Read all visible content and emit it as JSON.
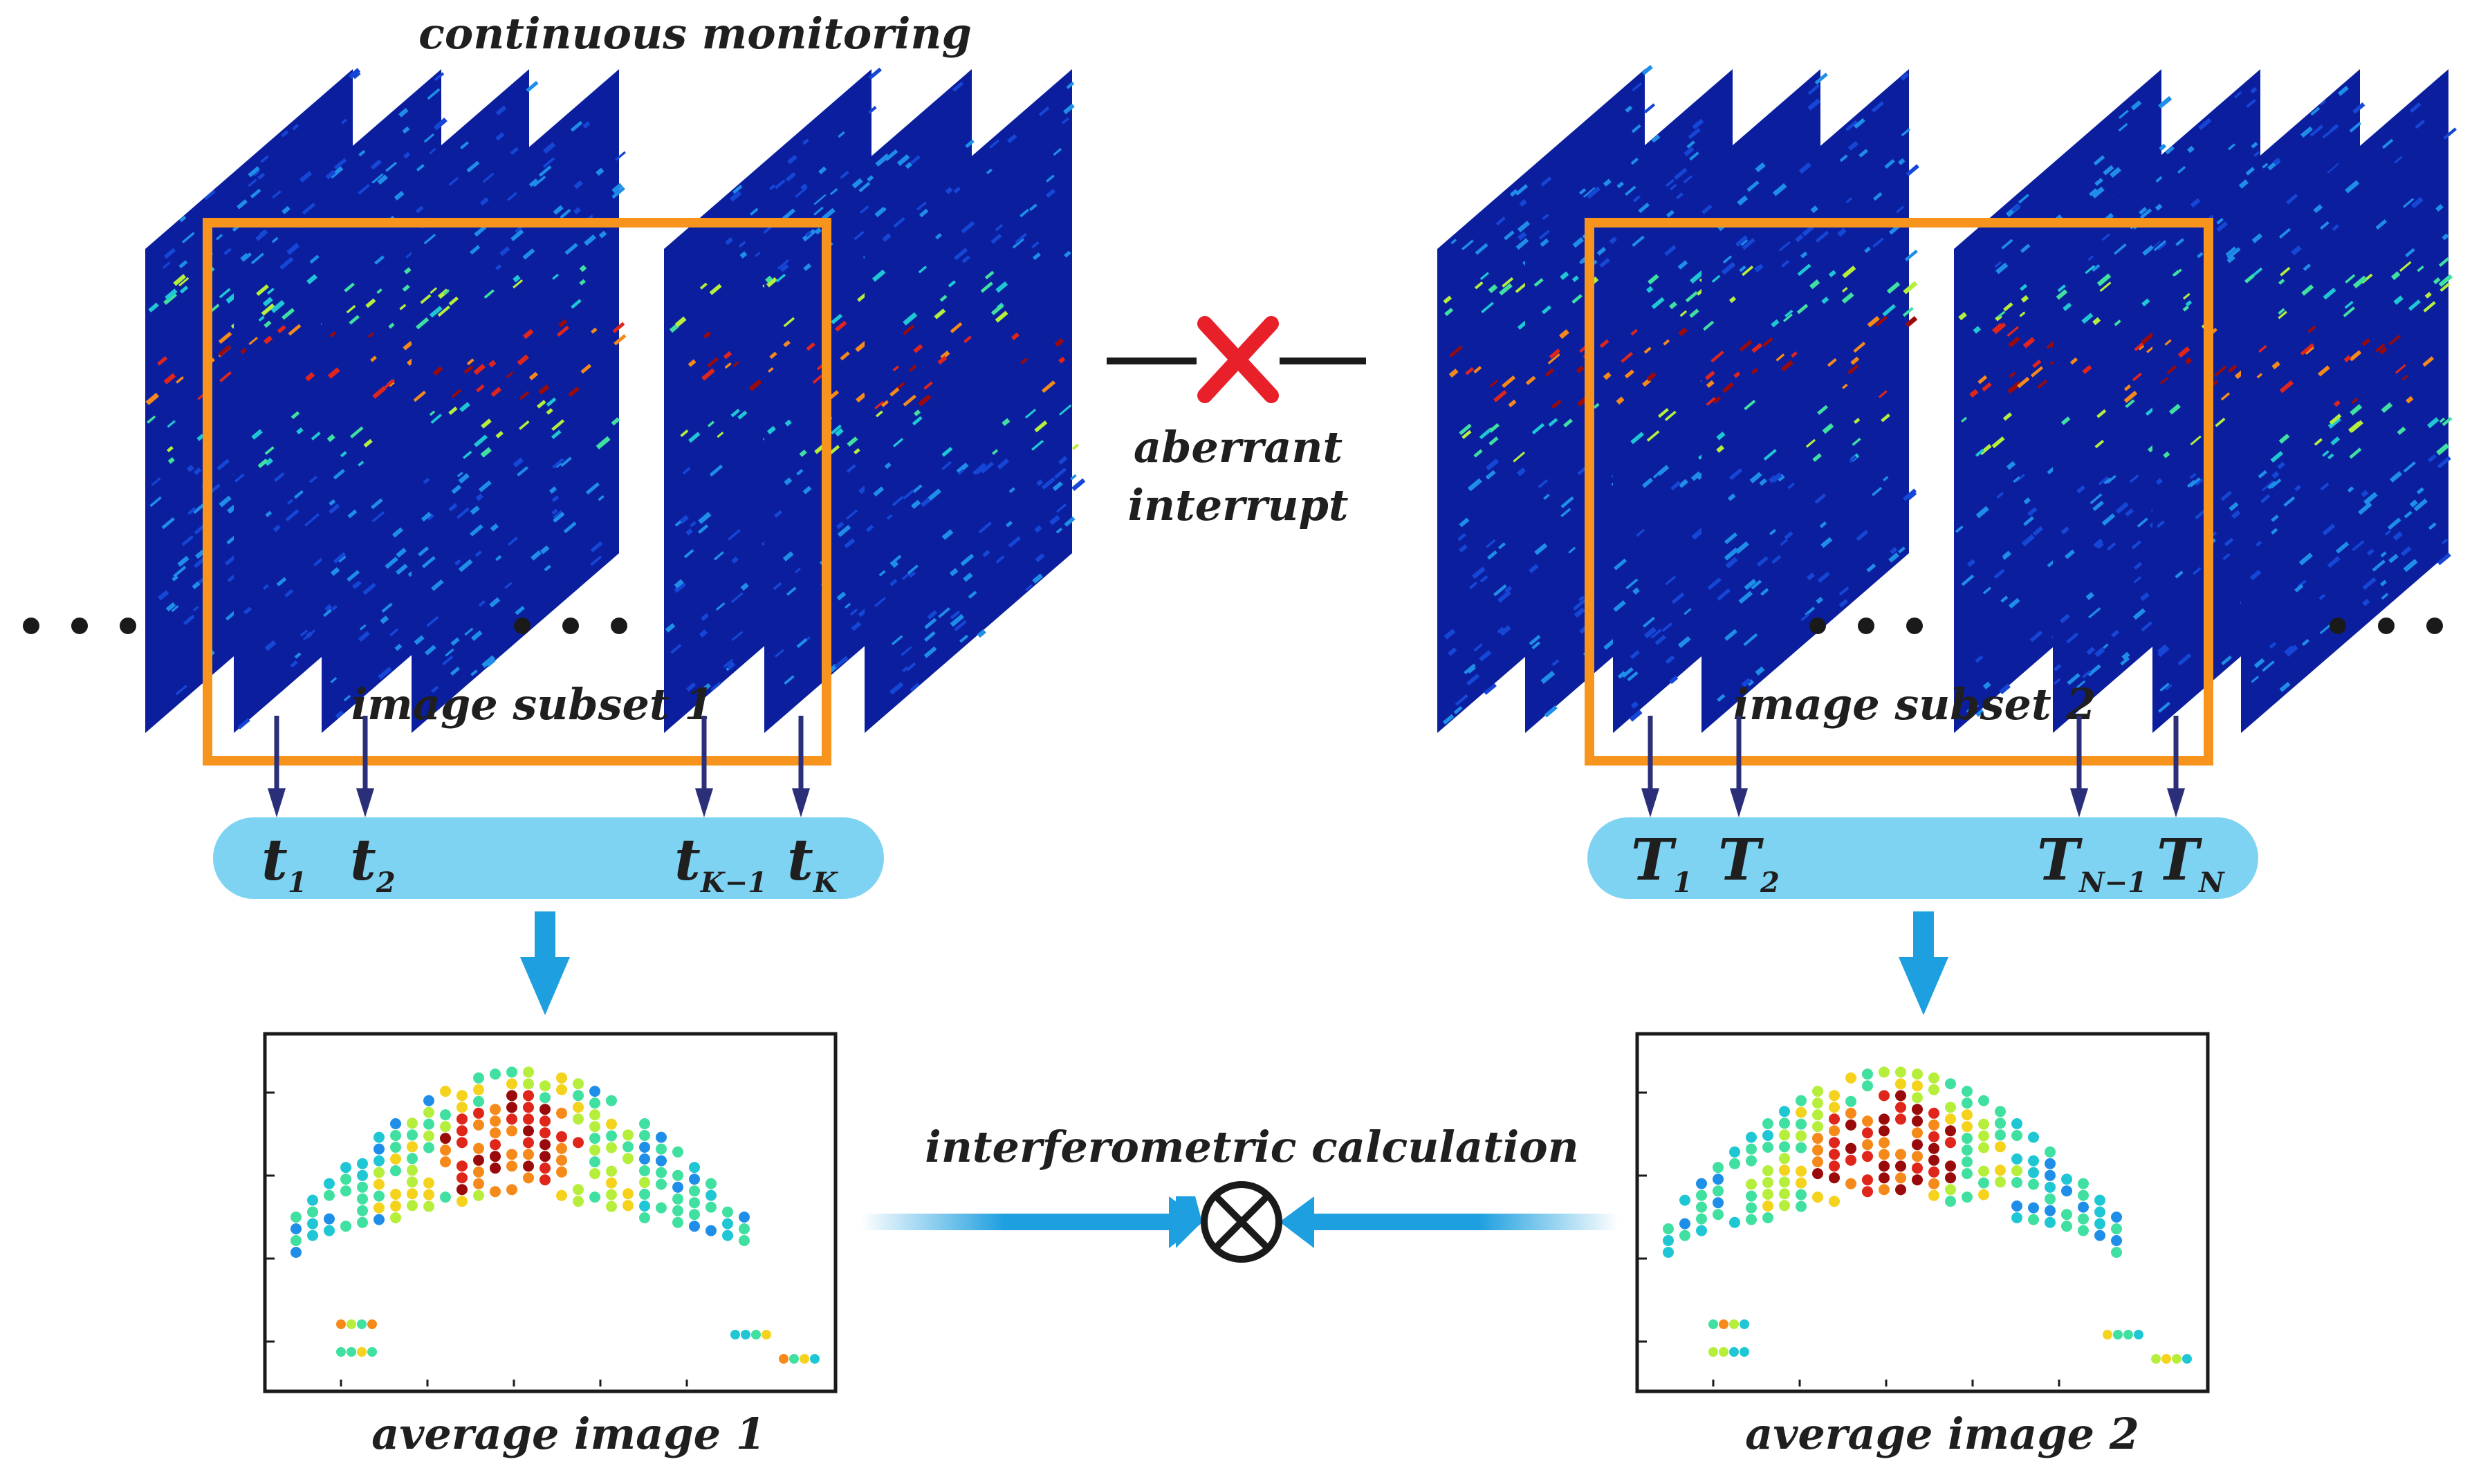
{
  "title": "continuous monitoring",
  "interrupt": {
    "line1": "aberrant",
    "line2": "interrupt"
  },
  "subset1": {
    "label": "image subset 1",
    "times": [
      {
        "base": "t",
        "sub": "1"
      },
      {
        "base": "t",
        "sub": "2"
      },
      {
        "base": "t",
        "sub": "K−1"
      },
      {
        "base": "t",
        "sub": "K"
      }
    ],
    "avg_label": "average image 1"
  },
  "subset2": {
    "label": "image subset 2",
    "times": [
      {
        "base": "T",
        "sub": "1"
      },
      {
        "base": "T",
        "sub": "2"
      },
      {
        "base": "T",
        "sub": "N−1"
      },
      {
        "base": "T",
        "sub": "N"
      }
    ],
    "avg_label": "average image 2"
  },
  "interferometric_label": "interferometric calculation",
  "colors": {
    "frame_bg": "#0b1f9e",
    "subset_box": "#f7941d",
    "pill": "#7fd3f2",
    "flow_arrow": "#1e9fe0",
    "tick_arrow": "#2b2f7a",
    "cross": "#e8202a",
    "text": "#1f1f1f"
  }
}
